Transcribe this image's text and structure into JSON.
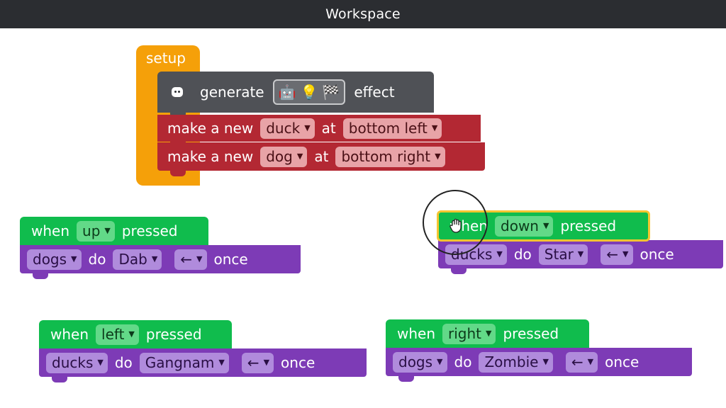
{
  "window": {
    "title": "Workspace"
  },
  "setup": {
    "label": "setup",
    "generate": {
      "label_generate": "generate",
      "label_effect": "effect",
      "emojis": [
        "🤖",
        "💡",
        "🏁"
      ]
    },
    "make_rows": [
      {
        "make": "make a new",
        "object": "duck",
        "at": "at",
        "position": "bottom left"
      },
      {
        "make": "make a new",
        "object": "dog",
        "at": "at",
        "position": "bottom right"
      }
    ]
  },
  "groups": {
    "up": {
      "when": "when",
      "key": "up",
      "pressed": "pressed",
      "actor": "dogs",
      "do": "do",
      "dance": "Dab",
      "direction": "←",
      "once": "once"
    },
    "down": {
      "when": "when",
      "key": "down",
      "pressed": "pressed",
      "actor": "ducks",
      "do": "do",
      "dance": "Star",
      "direction": "←",
      "once": "once"
    },
    "left": {
      "when": "when",
      "key": "left",
      "pressed": "pressed",
      "actor": "ducks",
      "do": "do",
      "dance": "Gangnam",
      "direction": "←",
      "once": "once"
    },
    "right": {
      "when": "when",
      "key": "right",
      "pressed": "pressed",
      "actor": "dogs",
      "do": "do",
      "dance": "Zombie",
      "direction": "←",
      "once": "once"
    }
  },
  "icons": [
    "robot-icon",
    "grab-hand-icon",
    "dropdown-caret-icon"
  ],
  "colors": {
    "event_green": "#10bc4d",
    "action_purple": "#7d3bb6",
    "setup_orange": "#f5a009",
    "make_red": "#b32833",
    "generate_gray": "#4f5156",
    "selected_outline": "#f5c530"
  }
}
